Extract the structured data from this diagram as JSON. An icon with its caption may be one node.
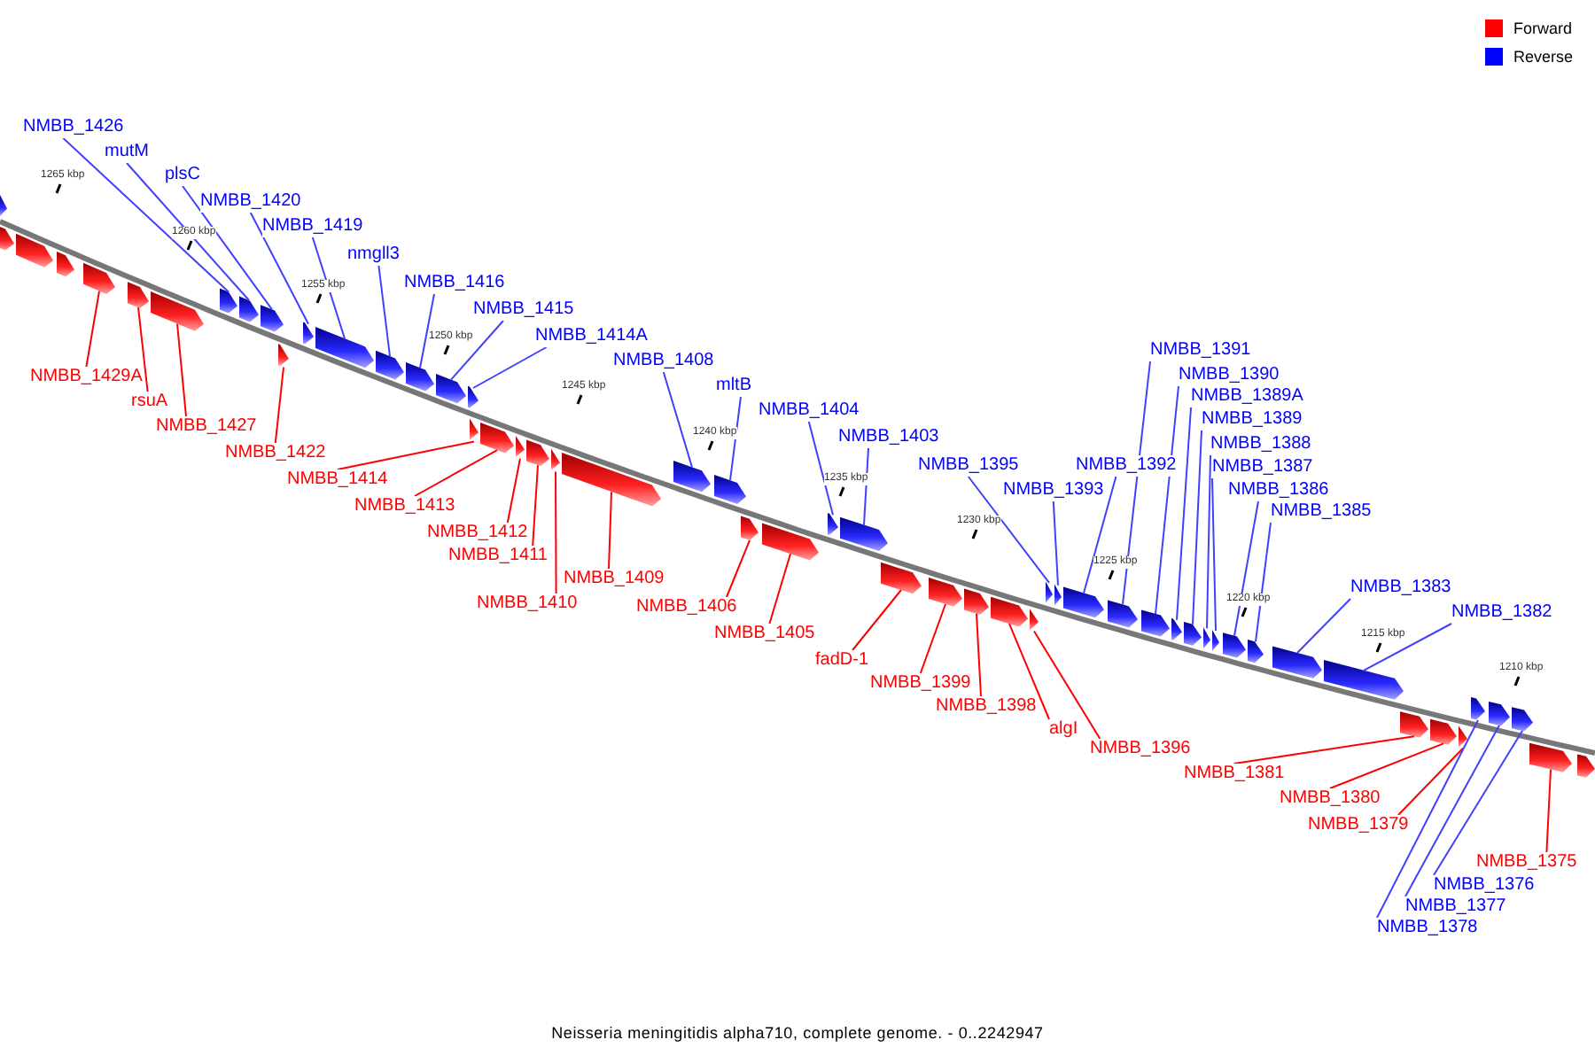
{
  "diagram": {
    "caption": "Neisseria meningitidis alpha710, complete genome. - 0..2242947",
    "nodes": [
      {
        "text": [
          "NMBB_1426"
        ]
      },
      {
        "text": [
          "mutM"
        ]
      },
      {
        "text": [
          "plsC"
        ]
      },
      {
        "text": [
          "NMBB_1420"
        ]
      },
      {
        "text": [
          "NMBB_1419"
        ]
      },
      {
        "text": [
          "nmgll3"
        ]
      },
      {
        "text": [
          "NMBB_1416"
        ]
      },
      {
        "text": [
          "NMBB_1415"
        ]
      },
      {
        "text": [
          "NMBB_1414A"
        ]
      },
      {
        "text": [
          "NMBB_1408"
        ]
      },
      {
        "text": [
          "mltB"
        ]
      },
      {
        "text": [
          "NMBB_1404"
        ]
      },
      {
        "text": [
          "NMBB_1403"
        ]
      },
      {
        "text": [
          "NMBB_1395"
        ]
      },
      {
        "text": [
          "NMBB_1393"
        ]
      },
      {
        "text": [
          "NMBB_1392"
        ]
      },
      {
        "text": [
          "NMBB_1391"
        ]
      },
      {
        "text": [
          "NMBB_1390"
        ]
      },
      {
        "text": [
          "NMBB_1389A"
        ]
      },
      {
        "text": [
          "NMBB_1389"
        ]
      },
      {
        "text": [
          "NMBB_1388"
        ]
      },
      {
        "text": [
          "NMBB_1387"
        ]
      },
      {
        "text": [
          "NMBB_1386"
        ]
      },
      {
        "text": [
          "NMBB_1385"
        ]
      },
      {
        "text": [
          "NMBB_1383"
        ]
      },
      {
        "text": [
          "NMBB_1382"
        ]
      },
      {
        "text": [
          "NMBB_1429A"
        ]
      },
      {
        "text": [
          "rsuA"
        ]
      },
      {
        "text": [
          "NMBB_1427"
        ]
      },
      {
        "text": [
          "NMBB_1422"
        ]
      },
      {
        "text": [
          "NMBB_1414"
        ]
      },
      {
        "text": [
          "NMBB_1413"
        ]
      },
      {
        "text": [
          "NMBB_1412"
        ]
      },
      {
        "text": [
          "NMBB_1411"
        ]
      },
      {
        "text": [
          "NMBB_1410"
        ]
      },
      {
        "text": [
          "NMBB_1409"
        ]
      },
      {
        "text": [
          "NMBB_1406"
        ]
      },
      {
        "text": [
          "NMBB_1405"
        ]
      },
      {
        "text": [
          "fadD-1"
        ]
      },
      {
        "text": [
          "NMBB_1399"
        ]
      },
      {
        "text": [
          "NMBB_1398"
        ]
      },
      {
        "text": [
          "algI"
        ]
      },
      {
        "text": [
          "NMBB_1396"
        ]
      },
      {
        "text": [
          "NMBB_1381"
        ]
      },
      {
        "text": [
          "NMBB_1380"
        ]
      },
      {
        "text": [
          "NMBB_1379"
        ]
      },
      {
        "text": [
          "NMBB_1376"
        ]
      },
      {
        "text": [
          "NMBB_1377"
        ]
      },
      {
        "text": [
          "NMBB_1378"
        ]
      },
      {
        "text": [
          "NMBB_1375"
        ]
      },
      {
        "text": [],
        "shape": "arrow"
      },
      {
        "text": [],
        "shape": "arrow"
      },
      {
        "text": [],
        "shape": "arrow"
      },
      {
        "text": [],
        "shape": "arrow"
      },
      {
        "text": [],
        "shape": "arrow"
      },
      {
        "text": [],
        "shape": "arrow"
      },
      {
        "text": [],
        "shape": "arrow"
      },
      {
        "text": [],
        "shape": "arrow"
      },
      {
        "text": [],
        "shape": "arrow"
      },
      {
        "text": [],
        "shape": "arrow"
      },
      {
        "text": [],
        "shape": "arrow"
      },
      {
        "text": [],
        "shape": "arrow"
      },
      {
        "text": [],
        "shape": "arrow"
      },
      {
        "text": [],
        "shape": "arrow"
      },
      {
        "text": [],
        "shape": "arrow"
      },
      {
        "text": [],
        "shape": "arrow"
      },
      {
        "text": [],
        "shape": "arrow"
      },
      {
        "text": [],
        "shape": "arrow"
      },
      {
        "text": [],
        "shape": "arrow"
      },
      {
        "text": [],
        "shape": "arrow"
      },
      {
        "text": [],
        "shape": "arrow"
      },
      {
        "text": [],
        "shape": "arrow"
      },
      {
        "text": [],
        "shape": "arrow"
      },
      {
        "text": [],
        "shape": "arrow"
      },
      {
        "text": [],
        "shape": "arrow"
      },
      {
        "text": [],
        "shape": "arrow"
      },
      {
        "text": [],
        "shape": "arrow"
      },
      {
        "text": [],
        "shape": "arrow"
      },
      {
        "text": [],
        "shape": "arrow"
      },
      {
        "text": [],
        "shape": "arrow"
      },
      {
        "text": [],
        "shape": "arrow"
      },
      {
        "text": [],
        "shape": "arrow"
      },
      {
        "text": [],
        "shape": "arrow"
      },
      {
        "text": [],
        "shape": "arrow"
      },
      {
        "text": [],
        "shape": "arrow"
      },
      {
        "text": [],
        "shape": "arrow"
      },
      {
        "text": [],
        "shape": "arrow"
      },
      {
        "text": [],
        "shape": "arrow"
      },
      {
        "text": [],
        "shape": "arrow"
      },
      {
        "text": [],
        "shape": "arrow"
      },
      {
        "text": [],
        "shape": "arrow"
      },
      {
        "text": [],
        "shape": "arrow"
      },
      {
        "text": [],
        "shape": "arrow"
      },
      {
        "text": [],
        "shape": "arrow"
      },
      {
        "text": [],
        "shape": "arrow"
      },
      {
        "text": [],
        "shape": "arrow"
      },
      {
        "text": [],
        "shape": "arrow"
      },
      {
        "text": [],
        "shape": "arrow"
      },
      {
        "text": [],
        "shape": "arrow"
      },
      {
        "text": [],
        "shape": "arrow"
      },
      {
        "text": [],
        "shape": "arrow"
      },
      {
        "text": [],
        "shape": "arrow"
      },
      {
        "text": [],
        "shape": "arrow"
      },
      {
        "text": [],
        "shape": "arrow"
      },
      {
        "text": [],
        "shape": "arrow"
      }
    ],
    "edges": [
      {
        "from": 0,
        "to": 57,
        "arrow": "none"
      },
      {
        "from": 1,
        "to": 58,
        "arrow": "none"
      },
      {
        "from": 2,
        "to": 59,
        "arrow": "none"
      },
      {
        "from": 3,
        "to": 61,
        "arrow": "none"
      },
      {
        "from": 4,
        "to": 62,
        "arrow": "none"
      },
      {
        "from": 5,
        "to": 63,
        "arrow": "none"
      },
      {
        "from": 6,
        "to": 64,
        "arrow": "none"
      },
      {
        "from": 7,
        "to": 65,
        "arrow": "none"
      },
      {
        "from": 8,
        "to": 66,
        "arrow": "none"
      },
      {
        "from": 9,
        "to": 73,
        "arrow": "none"
      },
      {
        "from": 10,
        "to": 74,
        "arrow": "none"
      },
      {
        "from": 11,
        "to": 77,
        "arrow": "none"
      },
      {
        "from": 12,
        "to": 78,
        "arrow": "none"
      },
      {
        "from": 13,
        "to": 84,
        "arrow": "none"
      },
      {
        "from": 14,
        "to": 85,
        "arrow": "none"
      },
      {
        "from": 15,
        "to": 86,
        "arrow": "none"
      },
      {
        "from": 16,
        "to": 87,
        "arrow": "none"
      },
      {
        "from": 17,
        "to": 88,
        "arrow": "none"
      },
      {
        "from": 18,
        "to": 89,
        "arrow": "none"
      },
      {
        "from": 19,
        "to": 90,
        "arrow": "none"
      },
      {
        "from": 20,
        "to": 91,
        "arrow": "none"
      },
      {
        "from": 21,
        "to": 92,
        "arrow": "none"
      },
      {
        "from": 22,
        "to": 93,
        "arrow": "none"
      },
      {
        "from": 23,
        "to": 94,
        "arrow": "none"
      },
      {
        "from": 24,
        "to": 95,
        "arrow": "none"
      },
      {
        "from": 25,
        "to": 96,
        "arrow": "none"
      },
      {
        "from": 26,
        "to": 54,
        "arrow": "none",
        "color": "#ff0000"
      },
      {
        "from": 27,
        "to": 55,
        "arrow": "none",
        "color": "#ff0000"
      },
      {
        "from": 28,
        "to": 56,
        "arrow": "none",
        "color": "#ff0000"
      },
      {
        "from": 29,
        "to": 60,
        "arrow": "none",
        "color": "#ff0000"
      },
      {
        "from": 30,
        "to": 67,
        "arrow": "none",
        "color": "#ff0000"
      },
      {
        "from": 31,
        "to": 68,
        "arrow": "none",
        "color": "#ff0000"
      },
      {
        "from": 32,
        "to": 69,
        "arrow": "none",
        "color": "#ff0000"
      },
      {
        "from": 33,
        "to": 70,
        "arrow": "none",
        "color": "#ff0000"
      },
      {
        "from": 34,
        "to": 71,
        "arrow": "none",
        "color": "#ff0000"
      },
      {
        "from": 35,
        "to": 72,
        "arrow": "none",
        "color": "#ff0000"
      },
      {
        "from": 36,
        "to": 75,
        "arrow": "none",
        "color": "#ff0000"
      },
      {
        "from": 37,
        "to": 76,
        "arrow": "none",
        "color": "#ff0000"
      },
      {
        "from": 38,
        "to": 79,
        "arrow": "none",
        "color": "#ff0000"
      },
      {
        "from": 39,
        "to": 80,
        "arrow": "none",
        "color": "#ff0000"
      },
      {
        "from": 40,
        "to": 81,
        "arrow": "none",
        "color": "#ff0000"
      },
      {
        "from": 41,
        "to": 82,
        "arrow": "none",
        "color": "#ff0000"
      },
      {
        "from": 42,
        "to": 83,
        "arrow": "none",
        "color": "#ff0000"
      },
      {
        "from": 43,
        "to": 97,
        "arrow": "none",
        "color": "#ff0000"
      },
      {
        "from": 44,
        "to": 98,
        "arrow": "none",
        "color": "#ff0000"
      },
      {
        "from": 45,
        "to": 99,
        "arrow": "none",
        "color": "#ff0000"
      },
      {
        "from": 46,
        "to": 102,
        "arrow": "none"
      },
      {
        "from": 47,
        "to": 101,
        "arrow": "none"
      },
      {
        "from": 48,
        "to": 100,
        "arrow": "none"
      },
      {
        "from": 49,
        "to": 103,
        "arrow": "none",
        "color": "#ff0000"
      }
    ],
    "labels": [
      "1265 kbp",
      "1260 kbp",
      "1255 kbp",
      "1250 kbp",
      "1245 kbp",
      "1240 kbp",
      "1235 kbp",
      "1230 kbp",
      "1225 kbp",
      "1220 kbp",
      "1215 kbp",
      "1210 kbp"
    ],
    "legend": [
      {
        "text": "Forward",
        "color": "#ff0000"
      },
      {
        "text": "Reverse",
        "color": "#0000ff"
      }
    ]
  }
}
